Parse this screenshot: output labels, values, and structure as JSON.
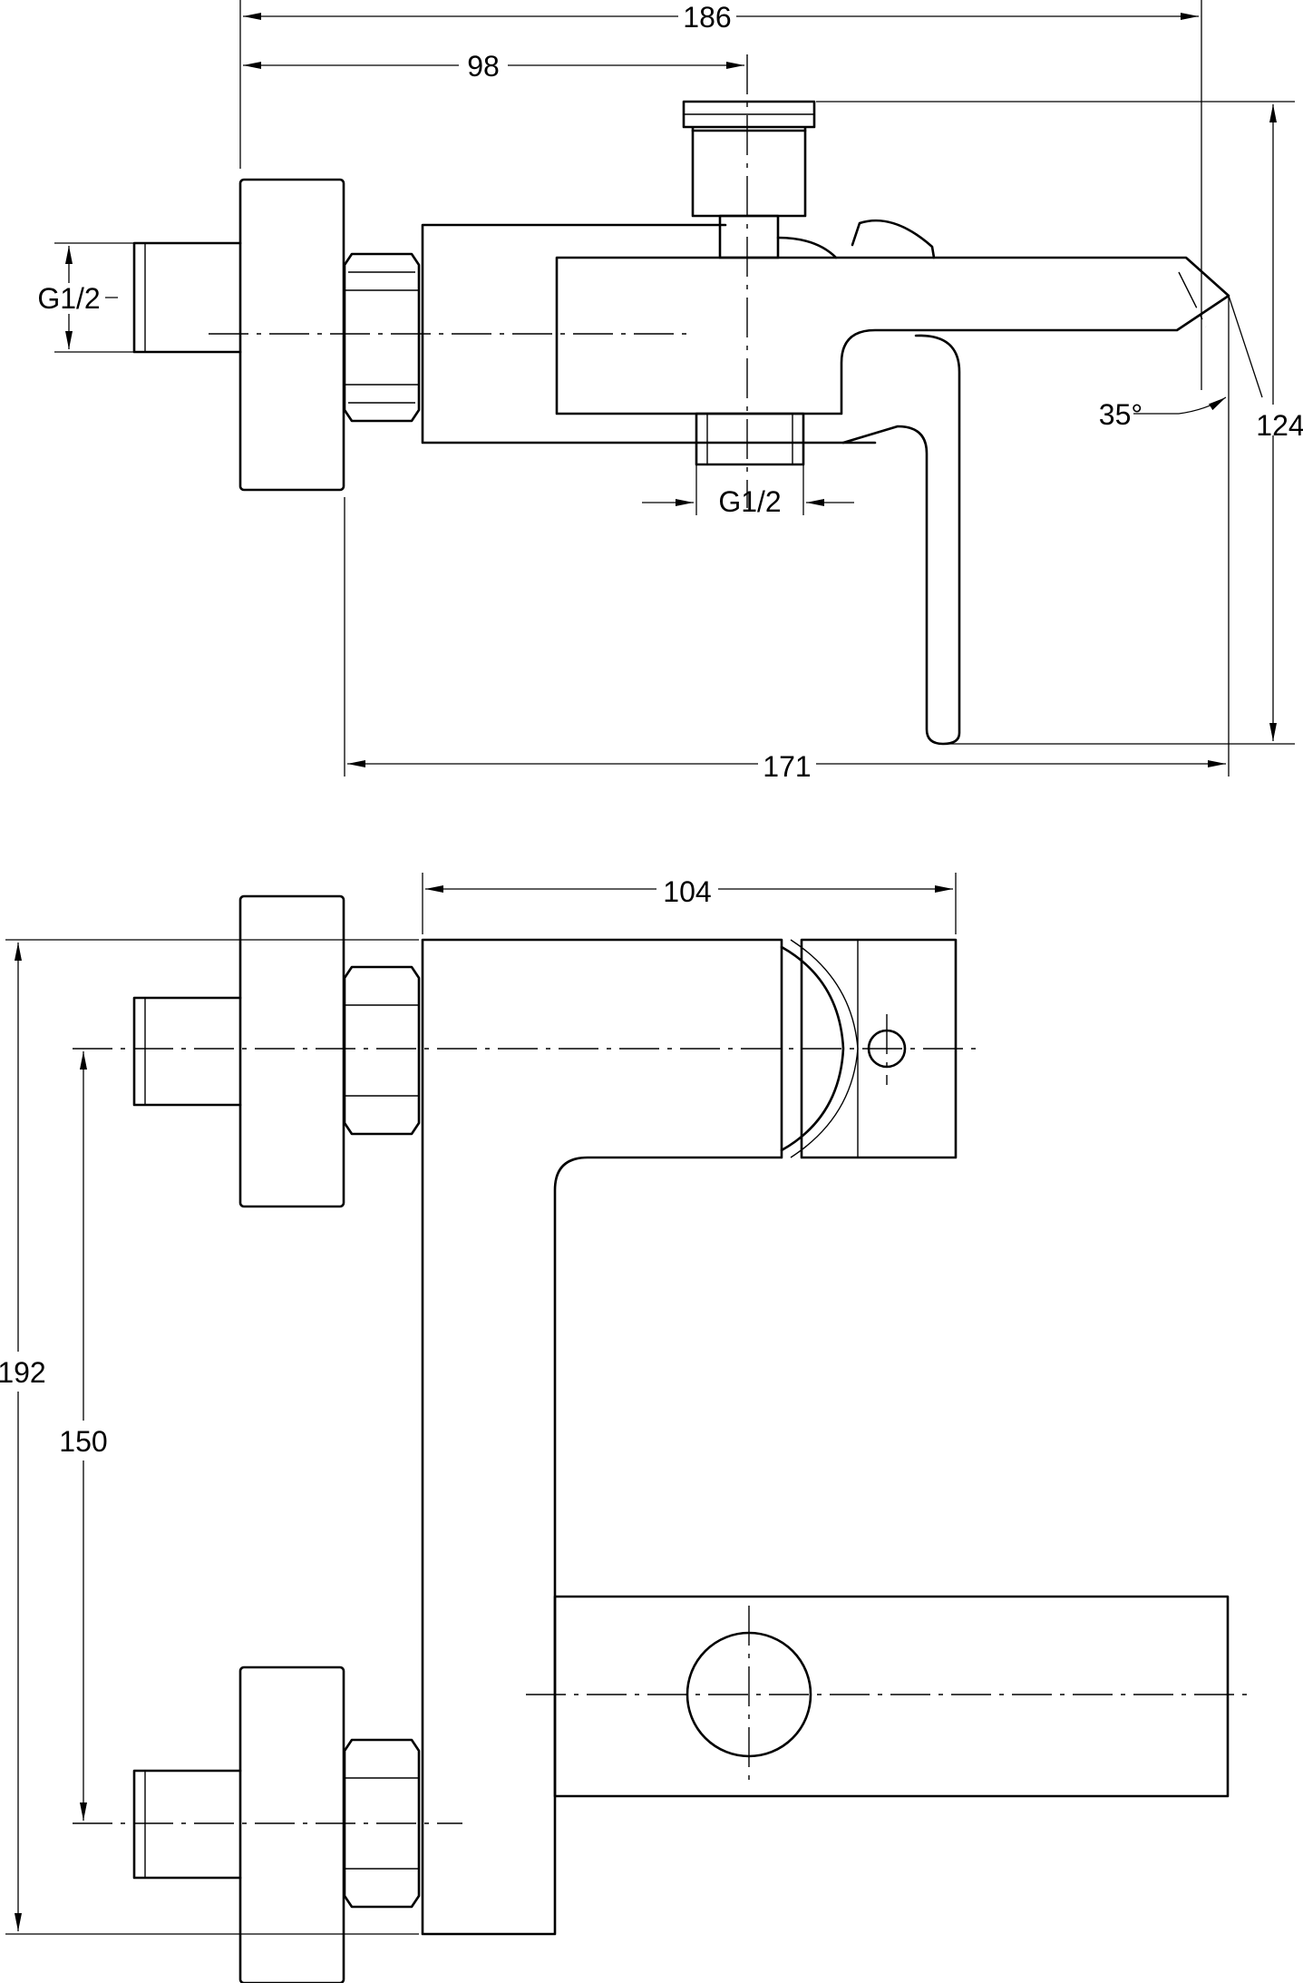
{
  "dimensions": {
    "top_view": {
      "overall_width": "186",
      "center_offset": "98",
      "inlet_thread": "G1/2",
      "outlet_thread": "G1/2",
      "spout_angle": "35°",
      "height": "124",
      "depth": "171"
    },
    "front_view": {
      "body_width": "104",
      "overall_height": "192",
      "inlet_spacing": "150"
    }
  },
  "colors": {
    "line": "#000000",
    "background": "#ffffff"
  }
}
